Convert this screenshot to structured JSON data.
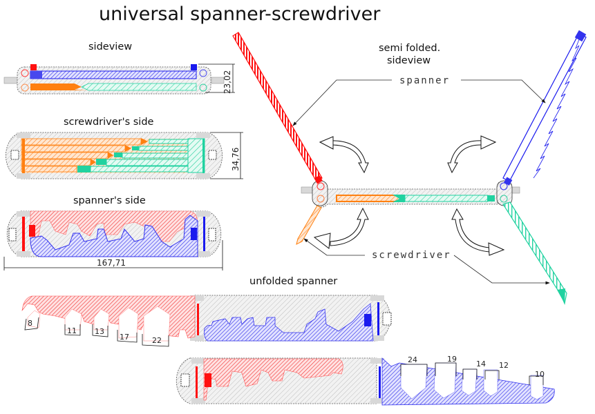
{
  "title": "universal spanner-screwdriver",
  "colors": {
    "spanner_a": "#ff1010",
    "spanner_b": "#1a1aee",
    "screwdriver_a": "#ff7f10",
    "screwdriver_b": "#20d2a0",
    "body": "#e4e4e4",
    "outline": "#222222"
  },
  "views": {
    "sideview": {
      "label": "sideview",
      "dimension": "23,02"
    },
    "screwdriver_side": {
      "label": "screwdriver's side",
      "dimension": "34,76"
    },
    "spanner_side": {
      "label": "spanner's side",
      "dimension": "167,71"
    },
    "semi_folded": {
      "label_line1": "semi folded.",
      "label_line2": "sideview",
      "callout_spanner": "spanner",
      "callout_screwdriver": "screwdriver"
    },
    "unfolded": {
      "label": "unfolded spanner",
      "red_sizes": [
        "8",
        "11",
        "13",
        "17",
        "22"
      ],
      "blue_sizes": [
        "24",
        "19",
        "14",
        "12",
        "10"
      ]
    }
  }
}
